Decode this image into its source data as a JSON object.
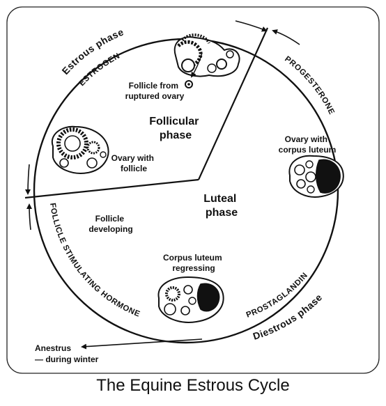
{
  "diagram": {
    "caption": "The Equine Estrous Cycle",
    "phases": {
      "estrous": "Estrous phase",
      "diestrous": "Diestrous phase",
      "follicular": [
        "Follicular",
        "phase"
      ],
      "luteal": [
        "Luteal",
        "phase"
      ]
    },
    "hormones": {
      "estrogen": "ESTROGEN",
      "progesterone": "PROGESTERONE",
      "prostaglandin": "PROSTAGLANDIN",
      "fsh": "FOLLICLE STIMULATING HORMONE"
    },
    "labels": {
      "follicle_ruptured": [
        "Follicle from",
        "ruptured ovary"
      ],
      "ovary_follicle": [
        "Ovary with",
        "follicle"
      ],
      "ovary_corpus_luteum": [
        "Ovary with",
        "corpus luteum"
      ],
      "follicle_developing": [
        "Follicle",
        "developing"
      ],
      "corpus_regressing": [
        "Corpus luteum",
        "regressing"
      ],
      "anestrus": [
        "Anestrus",
        "— during winter"
      ]
    }
  }
}
